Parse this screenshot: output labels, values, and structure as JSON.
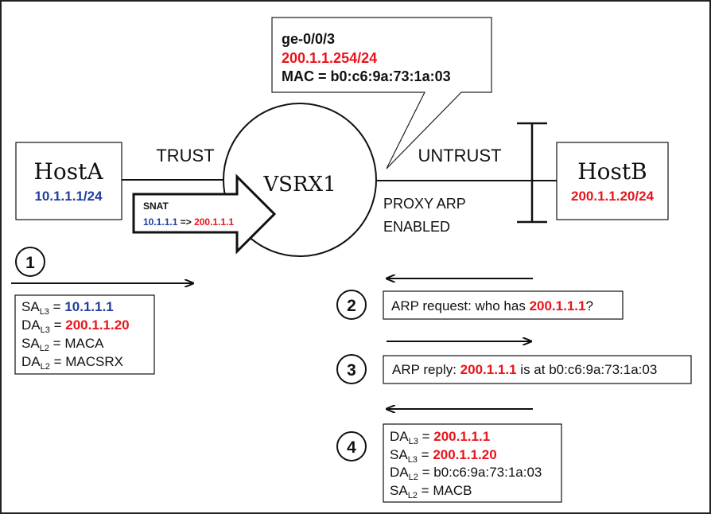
{
  "colors": {
    "blue": "#1f3f9f",
    "red": "#e8151b",
    "black": "#111111"
  },
  "callout": {
    "interface": "ge-0/0/3",
    "ip": "200.1.1.254/24",
    "mac": "MAC = b0:c6:9a:73:1a:03"
  },
  "hostA": {
    "name": "HostA",
    "ip": "10.1.1.1/24"
  },
  "hostB": {
    "name": "HostB",
    "ip": "200.1.1.20/24"
  },
  "zones": {
    "trust": "TRUST",
    "untrust": "UNTRUST"
  },
  "router": {
    "name": "VSRX1"
  },
  "snat": {
    "title": "SNAT",
    "from": "10.1.1.1",
    "arrow": " => ",
    "to": "200.1.1.1"
  },
  "proxy_arp": {
    "line1": "PROXY ARP",
    "line2": "ENABLED"
  },
  "steps": [
    {
      "number": "1"
    },
    {
      "number": "2"
    },
    {
      "number": "3"
    },
    {
      "number": "4"
    }
  ],
  "step1_box": {
    "sa_l3_label": "SA",
    "sa_l3_sub": "L3",
    "sa_l3_value": "10.1.1.1",
    "da_l3_label": "DA",
    "da_l3_sub": "L3",
    "da_l3_value": "200.1.1.20",
    "sa_l2_label": "SA",
    "sa_l2_sub": "L2",
    "sa_l2_value": "MACA",
    "da_l2_label": "DA",
    "da_l2_sub": "L2",
    "da_l2_value": "MACSRX"
  },
  "step2_box": {
    "prefix": "ARP request: who has ",
    "ip": "200.1.1.1",
    "suffix": "?"
  },
  "step3_box": {
    "prefix": "ARP reply: ",
    "ip": "200.1.1.1",
    "suffix": " is at b0:c6:9a:73:1a:03"
  },
  "step4_box": {
    "da_l3_label": "DA",
    "da_l3_sub": "L3",
    "da_l3_value": "200.1.1.1",
    "sa_l3_label": "SA",
    "sa_l3_sub": "L3",
    "sa_l3_value": "200.1.1.20",
    "da_l2_label": "DA",
    "da_l2_sub": "L2",
    "da_l2_value": "b0:c6:9a:73:1a:03",
    "sa_l2_label": "SA",
    "sa_l2_sub": "L2",
    "sa_l2_value": "MACB"
  },
  "equals": " = "
}
